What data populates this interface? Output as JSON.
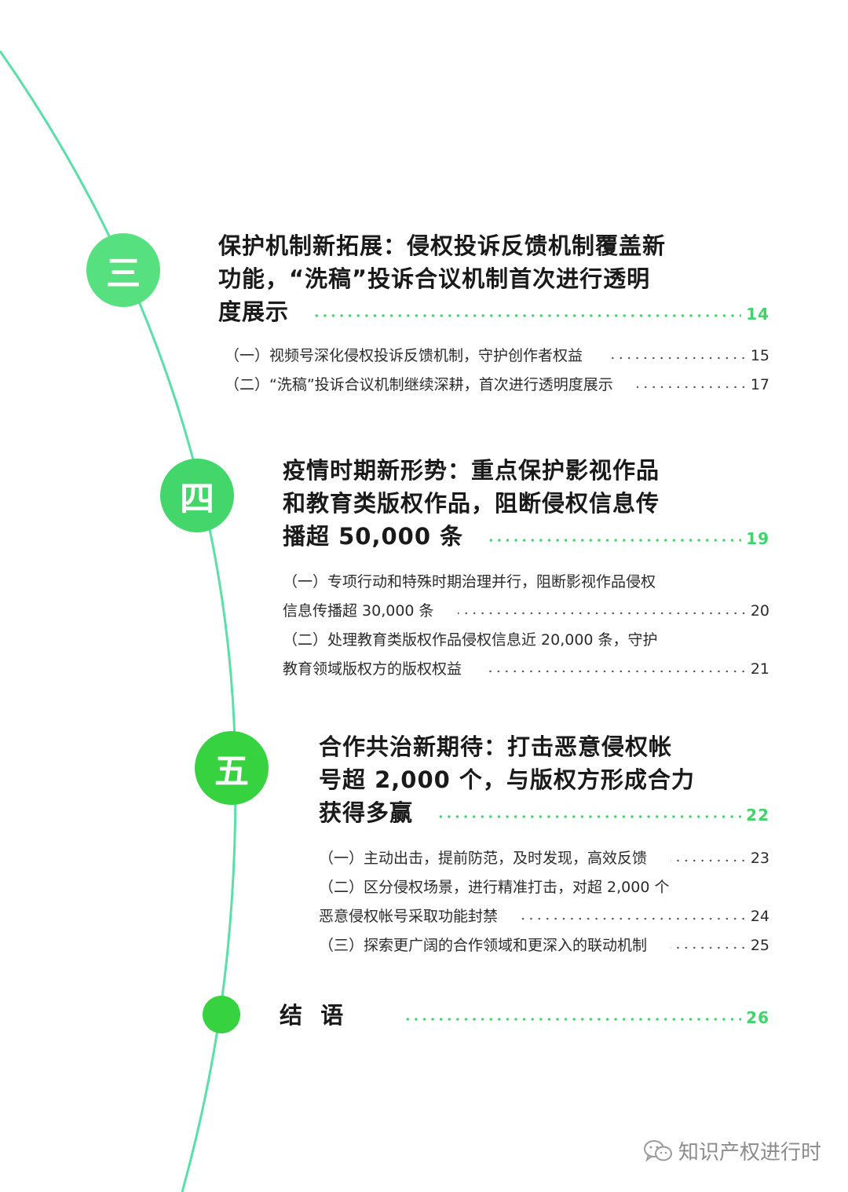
{
  "colors": {
    "arc": "#5ae0a6",
    "dots": "#41d46a",
    "circle_light": "#57e07f",
    "circle_mid": "#43d66b",
    "circle_dark": "#36d23f"
  },
  "sections": [
    {
      "numeral": "三",
      "title_lines": [
        "保护机制新拓展：侵权投诉反馈机制覆盖新",
        "功能，“洗稿”投诉合议机制首次进行透明"
      ],
      "title_last": "度展示",
      "page": "14",
      "subs": [
        {
          "lines": [],
          "last": "（一）视频号深化侵权投诉反馈机制，守护创作者权益",
          "page": "15"
        },
        {
          "lines": [],
          "last": "（二）“洗稿”投诉合议机制继续深耕，首次进行透明度展示",
          "page": "17"
        }
      ]
    },
    {
      "numeral": "四",
      "title_lines": [
        "疫情时期新形势：重点保护影视作品",
        "和教育类版权作品，阻断侵权信息传"
      ],
      "title_last": "播超 50,000 条",
      "page": "19",
      "subs": [
        {
          "lines": [
            "（一）专项行动和特殊时期治理并行，阻断影视作品侵权"
          ],
          "last": "信息传播超 30,000 条",
          "page": "20"
        },
        {
          "lines": [
            "（二）处理教育类版权作品侵权信息近 20,000 条，守护"
          ],
          "last": "教育领域版权方的版权权益",
          "page": "21"
        }
      ]
    },
    {
      "numeral": "五",
      "title_lines": [
        "合作共治新期待：打击恶意侵权帐",
        "号超 2,000 个，与版权方形成合力"
      ],
      "title_last": "获得多赢",
      "page": "22",
      "subs": [
        {
          "lines": [],
          "last": "（一）主动出击，提前防范，及时发现，高效反馈",
          "page": "23"
        },
        {
          "lines": [
            "（二）区分侵权场景，进行精准打击，对超 2,000 个"
          ],
          "last": "恶意侵权帐号采取功能封禁",
          "page": "24"
        },
        {
          "lines": [],
          "last": "（三）探索更广阔的合作领域和更深入的联动机制",
          "page": "25"
        }
      ]
    }
  ],
  "conclusion": {
    "title": "结  语",
    "page": "26"
  },
  "watermark": {
    "text": "知识产权进行时",
    "icon": "wechat-icon"
  }
}
